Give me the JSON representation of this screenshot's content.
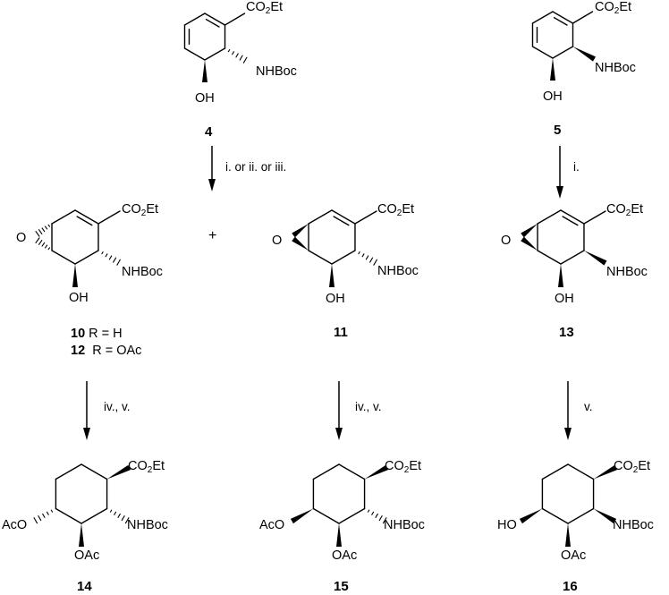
{
  "title": "Epoxidation and ring-opening reaction scheme",
  "compounds": {
    "c4": {
      "id": "4",
      "ester": "CO",
      "ester_sub": "2",
      "ester_end": "Et",
      "amine": "NHBoc",
      "hydroxy": "OH"
    },
    "c5": {
      "id": "5",
      "ester": "CO",
      "ester_sub": "2",
      "ester_end": "Et",
      "amine": "NHBoc",
      "hydroxy": "OH"
    },
    "c10": {
      "id": "10",
      "ester": "CO",
      "ester_sub": "2",
      "ester_end": "Et",
      "amine": "NHBoc",
      "hydroxy": "OH",
      "epoxide_o": "O",
      "r_line1": "R = H",
      "id2": "12",
      "r_line2": "R = OAc"
    },
    "c11": {
      "id": "11",
      "ester": "CO",
      "ester_sub": "2",
      "ester_end": "Et",
      "amine": "NHBoc",
      "hydroxy": "OH",
      "epoxide_o": "O"
    },
    "c13": {
      "id": "13",
      "ester": "CO",
      "ester_sub": "2",
      "ester_end": "Et",
      "amine": "NHBoc",
      "hydroxy": "OH",
      "epoxide_o": "O"
    },
    "c14": {
      "id": "14",
      "ester": "CO",
      "ester_sub": "2",
      "ester_end": "Et",
      "amine": "NHBoc",
      "left": "AcO",
      "bottom": "OAc"
    },
    "c15": {
      "id": "15",
      "ester": "CO",
      "ester_sub": "2",
      "ester_end": "Et",
      "amine": "NHBoc",
      "left": "AcO",
      "bottom": "OAc"
    },
    "c16": {
      "id": "16",
      "ester": "CO",
      "ester_sub": "2",
      "ester_end": "Et",
      "amine": "NHBoc",
      "left": "HO",
      "bottom": "OAc"
    }
  },
  "plus": "+",
  "reagents": {
    "arrow1": "i. or ii. or iii.",
    "arrow2": "i.",
    "arrow3": "iv., v.",
    "arrow4": "iv., v.",
    "arrow5": "v."
  }
}
